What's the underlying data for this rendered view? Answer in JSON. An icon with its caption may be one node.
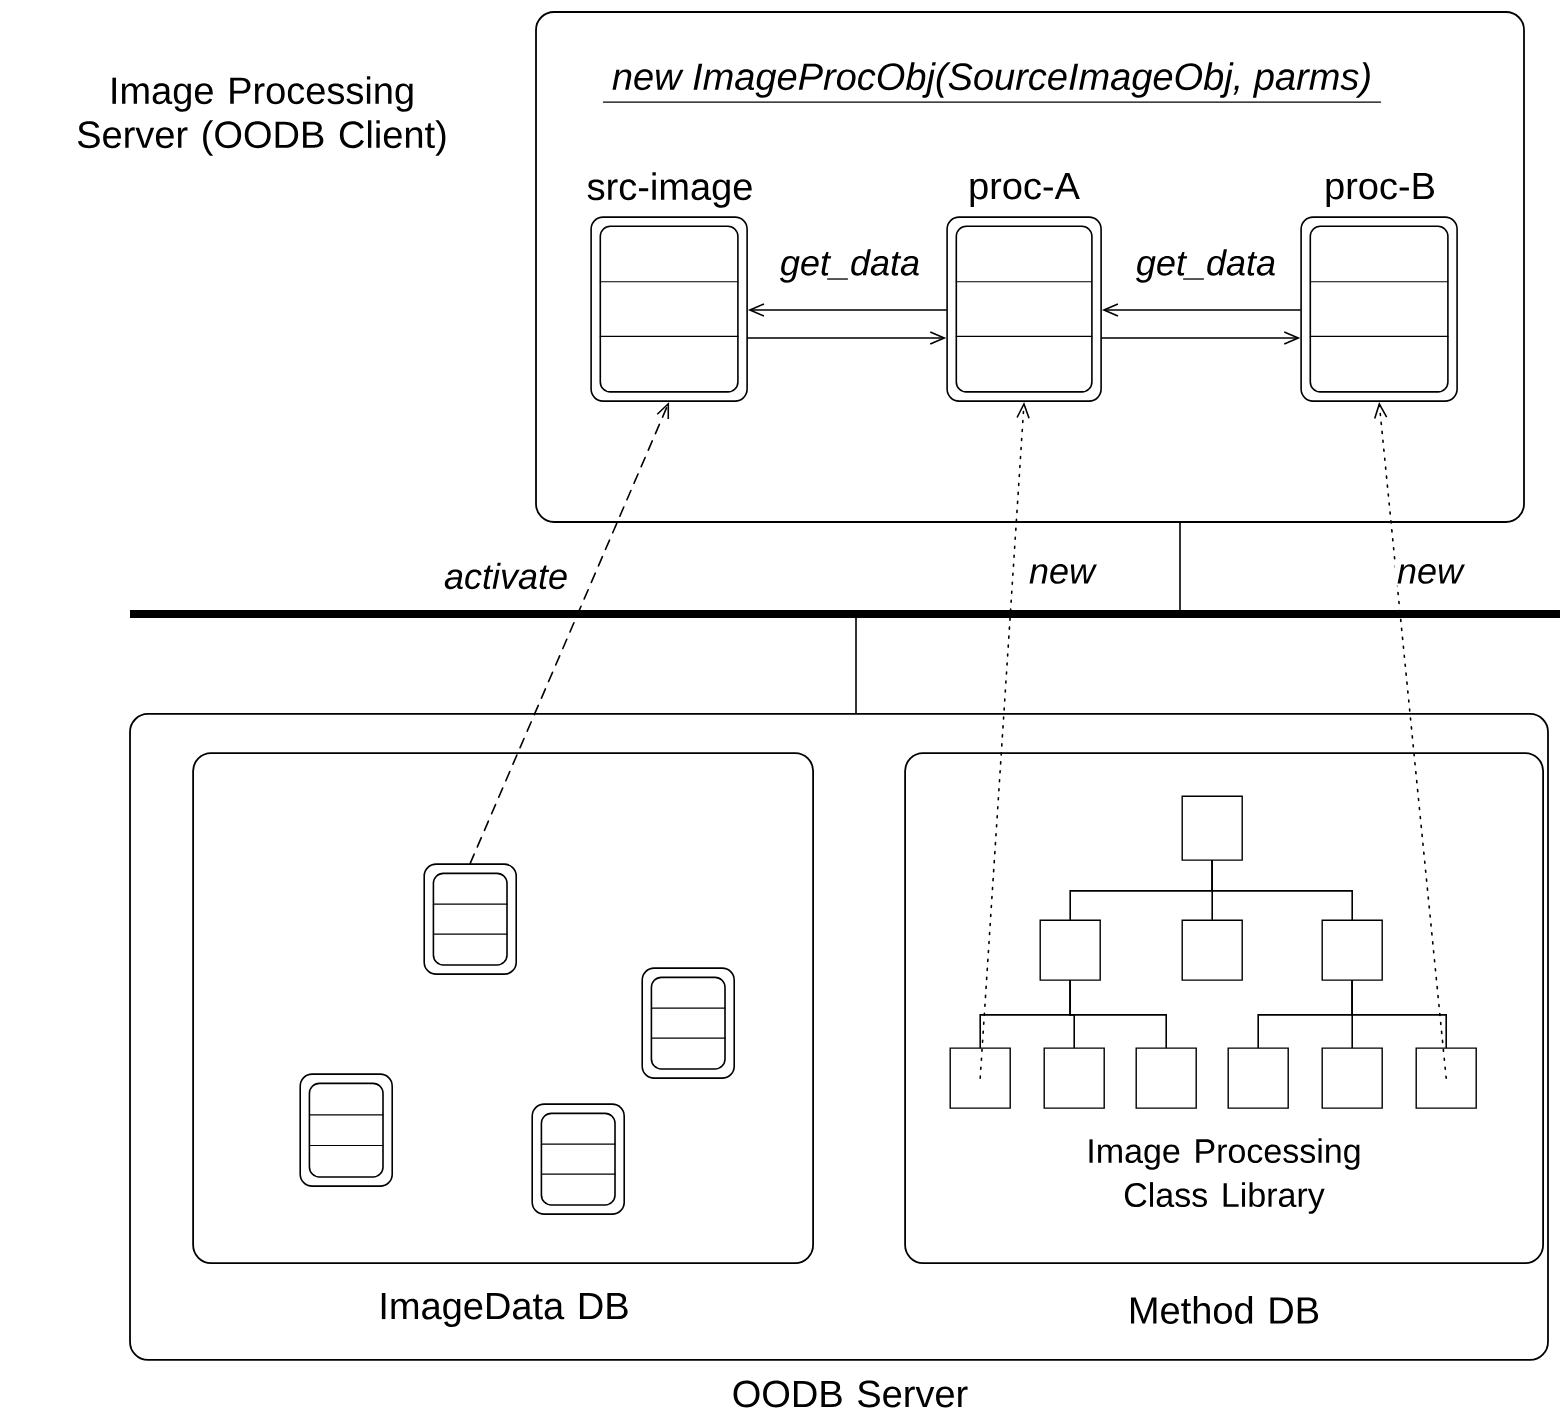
{
  "diagram": {
    "nodes": [
      {
        "text": [
          "Image Processing Server (OODB Client)",
          "new ImageProcObj(SourceImageObj, parms)"
        ]
      },
      {
        "text": [
          "src-image"
        ],
        "in": 0
      },
      {
        "text": [
          "proc-A"
        ],
        "in": 0
      },
      {
        "text": [
          "proc-B"
        ],
        "in": 0
      },
      {
        "text": [
          "OODB Server"
        ]
      },
      {
        "text": [
          "ImageData DB"
        ],
        "in": 4
      },
      {
        "text": [],
        "shape": "box",
        "in": 5
      },
      {
        "text": [],
        "shape": "box",
        "in": 5
      },
      {
        "text": [],
        "shape": "box",
        "in": 5
      },
      {
        "text": [],
        "shape": "box",
        "in": 5
      },
      {
        "text": [
          "Image Processing Class Library",
          "Method DB"
        ],
        "in": 4
      },
      {
        "text": [],
        "shape": "box",
        "in": 10
      },
      {
        "text": [],
        "shape": "box",
        "in": 10
      },
      {
        "text": [],
        "shape": "box",
        "in": 10
      },
      {
        "text": [],
        "shape": "box",
        "in": 10
      },
      {
        "text": [],
        "shape": "box",
        "in": 10
      },
      {
        "text": [],
        "shape": "box",
        "in": 10
      },
      {
        "text": [],
        "shape": "box",
        "in": 10
      },
      {
        "text": [],
        "shape": "box",
        "in": 10
      },
      {
        "text": [],
        "shape": "box",
        "in": 10
      },
      {
        "text": [],
        "shape": "box",
        "in": 10
      },
      {
        "text": [],
        "shape": "bar"
      }
    ],
    "edges": [
      {
        "from": 2,
        "to": 1,
        "arrow": "to",
        "label": "get_data"
      },
      {
        "from": 1,
        "to": 2,
        "arrow": "to"
      },
      {
        "from": 3,
        "to": 2,
        "arrow": "to",
        "label": "get_data"
      },
      {
        "from": 2,
        "to": 3,
        "arrow": "to"
      },
      {
        "from": 6,
        "to": 1,
        "arrow": "to",
        "style": "dashed",
        "label": "activate"
      },
      {
        "from": 15,
        "to": 2,
        "arrow": "to",
        "style": "dashed",
        "label": "new"
      },
      {
        "from": 20,
        "to": 3,
        "arrow": "to",
        "style": "dashed",
        "label": "new"
      },
      {
        "from": 11,
        "to": 12,
        "arrow": "none"
      },
      {
        "from": 11,
        "to": 13,
        "arrow": "none"
      },
      {
        "from": 11,
        "to": 14,
        "arrow": "none"
      },
      {
        "from": 12,
        "to": 15,
        "arrow": "none"
      },
      {
        "from": 12,
        "to": 16,
        "arrow": "none"
      },
      {
        "from": 12,
        "to": 17,
        "arrow": "none"
      },
      {
        "from": 14,
        "to": 18,
        "arrow": "none"
      },
      {
        "from": 14,
        "to": 19,
        "arrow": "none"
      },
      {
        "from": 14,
        "to": 20,
        "arrow": "none"
      },
      {
        "from": 0,
        "to": 21,
        "arrow": "none"
      },
      {
        "from": 21,
        "to": 4,
        "arrow": "none"
      }
    ]
  }
}
